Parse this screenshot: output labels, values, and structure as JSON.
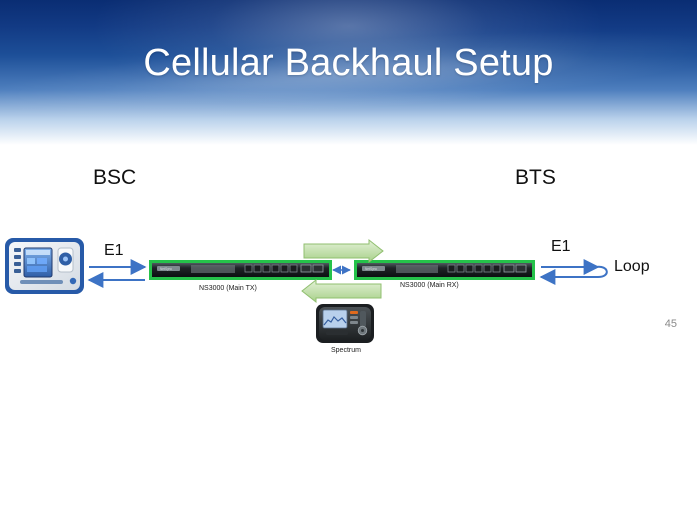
{
  "slide": {
    "title": "Cellular Backhaul Setup",
    "page_number": "45"
  },
  "diagram": {
    "left_site": "BSC",
    "right_site": "BTS",
    "left_link_label": "E1",
    "right_link_label": "E1",
    "loop_label": "Loop",
    "left_device_label": "NS3000 (Main TX)",
    "right_device_label": "NS3000 (Main RX)",
    "spectrum_label": "Spectrum"
  },
  "colors": {
    "header_dark": "#0a2d73",
    "header_mid": "#4e7fbe",
    "device_border": "#25c24a",
    "link_arrow": "#3d73c5",
    "forward_arrow_fill": "#c9e3b3",
    "return_arrow_fill": "#d3e8c0"
  },
  "icons": {
    "tester": "handheld-tester-icon",
    "spectrum_analyzer": "spectrum-analyzer-icon",
    "transport_device_left": "network-device-icon",
    "transport_device_right": "network-device-icon"
  }
}
